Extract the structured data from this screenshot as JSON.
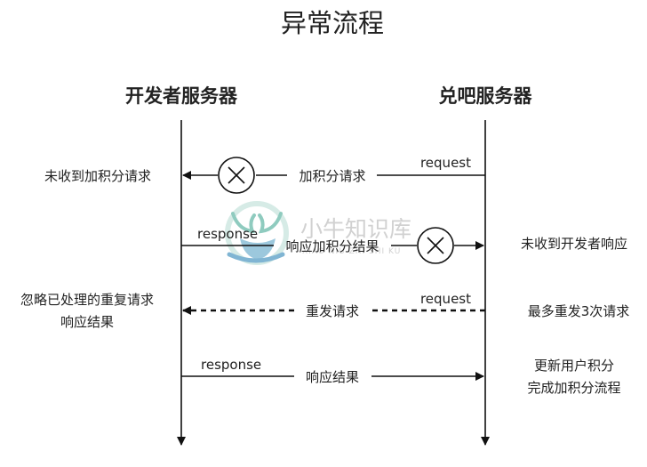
{
  "title": "异常流程",
  "actors": {
    "left": "开发者服务器",
    "right": "兑吧服务器"
  },
  "messages": {
    "m1": {
      "label": "加积分请求",
      "tag": "request"
    },
    "m2": {
      "label": "响应加积分结果",
      "tag": "response"
    },
    "m3": {
      "label": "重发请求",
      "tag": "request"
    },
    "m4": {
      "label": "响应结果",
      "tag": "response"
    }
  },
  "notes": {
    "left1": "未收到加积分请求",
    "left3_line1": "忽略已处理的重复请求",
    "left3_line2": "响应结果",
    "right2": "未收到开发者响应",
    "right3": "最多重发3次请求",
    "right4_line1": "更新用户积分",
    "right4_line2": "完成加积分流程"
  },
  "watermark": {
    "text": "小牛知识库",
    "sub": "XIAO NIU ZHI SHI KU"
  },
  "icons": {
    "failure": "circle-x-icon",
    "watermark_logo": "bull-logo-icon"
  },
  "colors": {
    "line": "#111111",
    "text": "#222222",
    "watermark_teal": "#5fb7a6",
    "watermark_blue": "#4f8fbf"
  }
}
